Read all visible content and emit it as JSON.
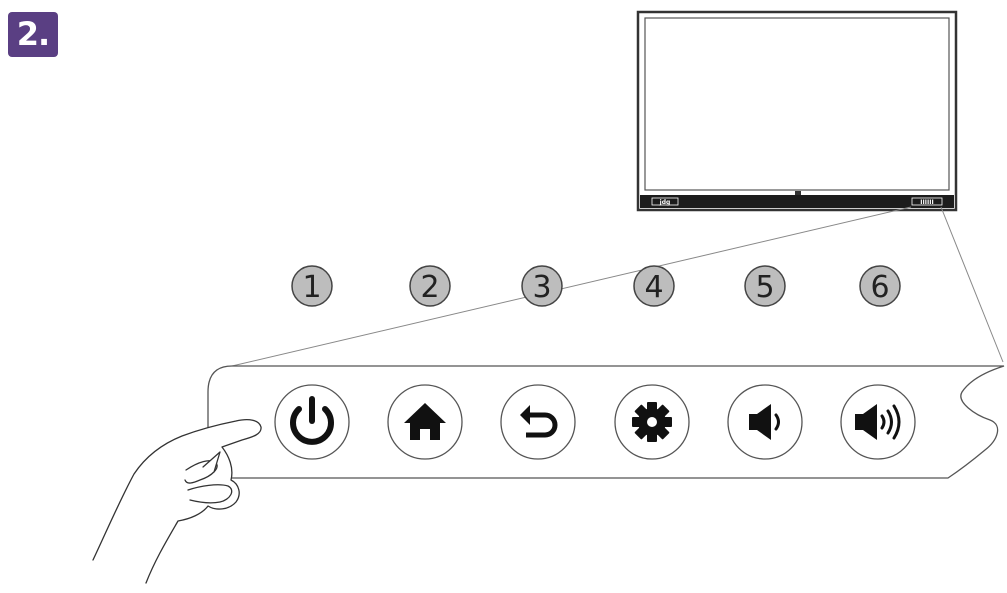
{
  "step": {
    "label": "2."
  },
  "colors": {
    "badge": "#5a3f83",
    "number_circle_fill": "#bdbdbd",
    "line": "#333333"
  },
  "display": {
    "bezel_logo": "jdg",
    "bezel_badge": "IIIIII"
  },
  "numbers": [
    "1",
    "2",
    "3",
    "4",
    "5",
    "6"
  ],
  "buttons": [
    {
      "icon": "power-icon"
    },
    {
      "icon": "home-icon"
    },
    {
      "icon": "back-icon"
    },
    {
      "icon": "settings-gear-icon"
    },
    {
      "icon": "volume-down-icon"
    },
    {
      "icon": "volume-up-icon"
    }
  ]
}
